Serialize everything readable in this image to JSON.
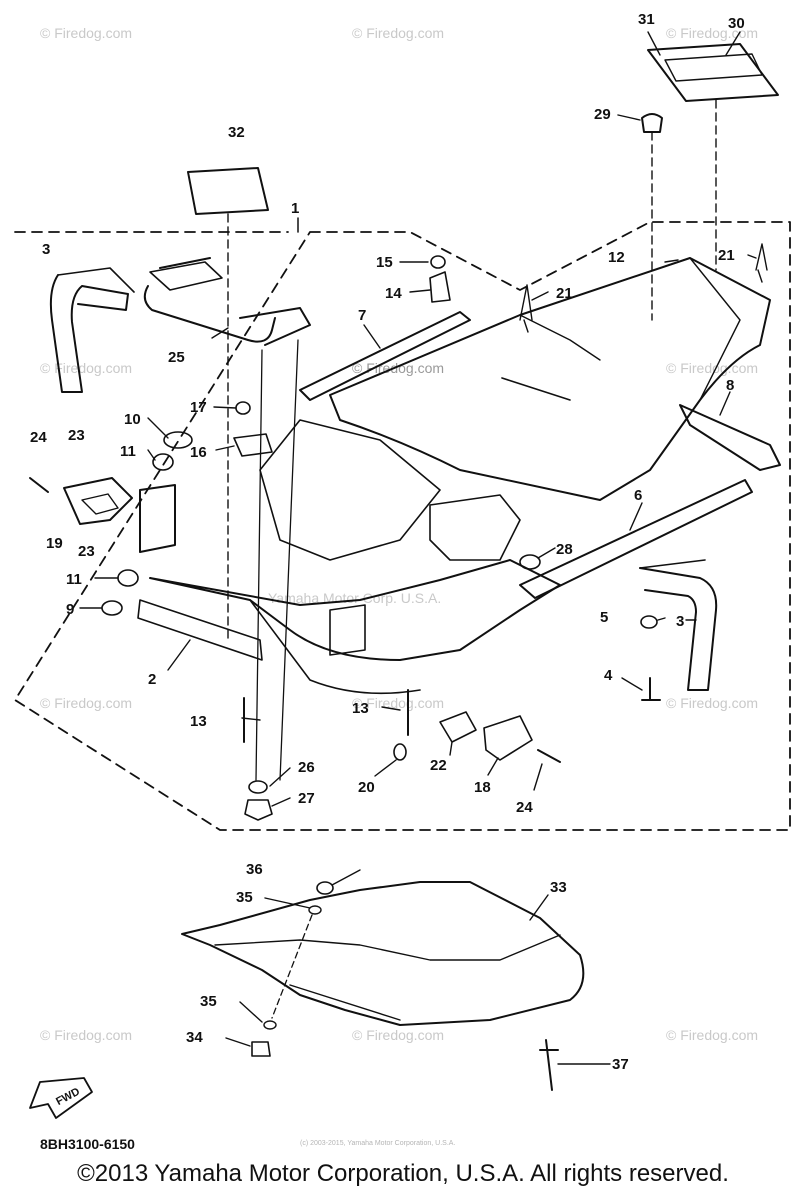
{
  "watermark": "© Firedog.com",
  "watermark_center": "© Firedog.com",
  "watermark_partial": "Yamaha Motor Corp. U.S.A.",
  "figure_code": "8BH3100-6150",
  "copyright": "©2013 Yamaha Motor Corporation, U.S.A. All rights reserved.",
  "tiny_notice": "(c) 2003-2015, Yamaha Motor Corporation, U.S.A.",
  "fwd_label": "FWD",
  "callouts": {
    "c1": "1",
    "c2": "2",
    "c3a": "3",
    "c3b": "3",
    "c4": "4",
    "c5": "5",
    "c6": "6",
    "c7": "7",
    "c8": "8",
    "c9": "9",
    "c10": "10",
    "c11a": "11",
    "c11b": "11",
    "c12": "12",
    "c13a": "13",
    "c13b": "13",
    "c14": "14",
    "c15": "15",
    "c16": "16",
    "c17": "17",
    "c18": "18",
    "c19": "19",
    "c20": "20",
    "c21a": "21",
    "c21b": "21",
    "c22": "22",
    "c23a": "23",
    "c23b": "23",
    "c24a": "24",
    "c24b": "24",
    "c25": "25",
    "c26": "26",
    "c27": "27",
    "c28": "28",
    "c29": "29",
    "c30": "30",
    "c31": "31",
    "c32": "32",
    "c33": "33",
    "c34": "34",
    "c35a": "35",
    "c35b": "35",
    "c36": "36",
    "c37": "37"
  }
}
